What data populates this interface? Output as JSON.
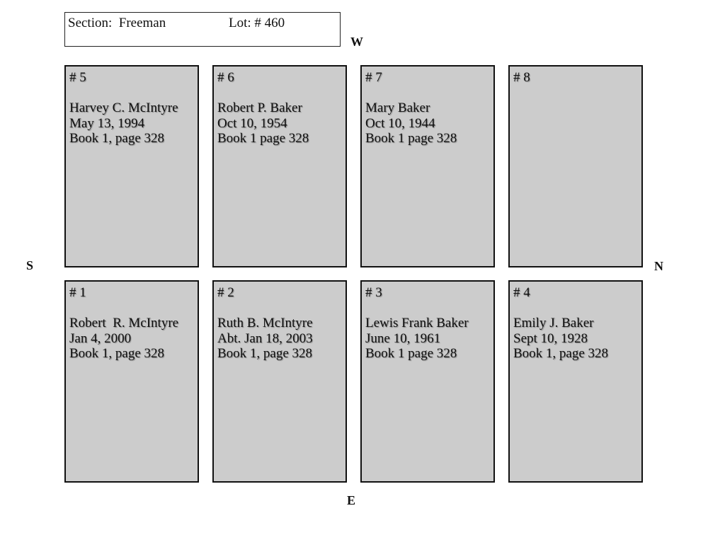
{
  "header": {
    "section_label": "Section:  Freeman",
    "lot_label": "Lot: # 460"
  },
  "compass": {
    "west": "W",
    "south": "S",
    "north": "N",
    "east": "E"
  },
  "plots": {
    "p5": {
      "number": "# 5",
      "name": "Harvey C. McIntyre",
      "date": "May 13, 1994",
      "record": "Book 1, page 328"
    },
    "p6": {
      "number": "# 6",
      "name": "Robert P. Baker",
      "date": "Oct 10, 1954",
      "record": "Book 1 page 328"
    },
    "p7": {
      "number": "# 7",
      "name": "Mary Baker",
      "date": "Oct 10, 1944",
      "record": "Book 1 page 328"
    },
    "p8": {
      "number": "# 8",
      "name": "",
      "date": "",
      "record": ""
    },
    "p1": {
      "number": "# 1",
      "name": "Robert  R. McIntyre",
      "date": "Jan 4, 2000",
      "record": "Book 1, page 328"
    },
    "p2": {
      "number": "# 2",
      "name": "Ruth B. McIntyre",
      "date": "Abt. Jan 18, 2003",
      "record": "Book 1, page 328"
    },
    "p3": {
      "number": "# 3",
      "name": "Lewis Frank Baker",
      "date": "June 10, 1961",
      "record": "Book 1 page 328"
    },
    "p4": {
      "number": "# 4",
      "name": "Emily J. Baker",
      "date": "Sept 10, 1928",
      "record": "Book 1, page 328"
    }
  }
}
